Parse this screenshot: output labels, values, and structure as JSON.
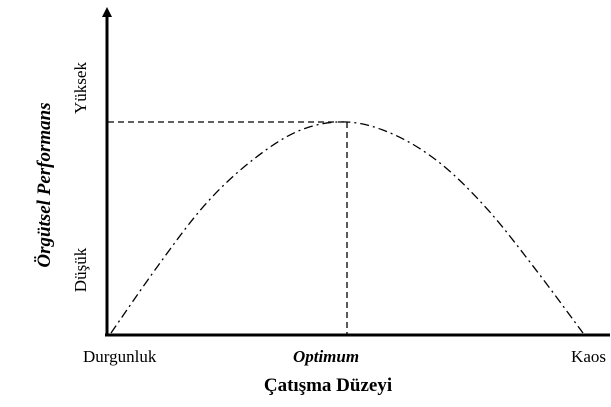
{
  "chart_data": {
    "type": "line",
    "title": "",
    "xlabel": "Çatışma Düzeyi",
    "ylabel": "Örgütsel Performans",
    "x_ticks": [
      "Durgunluk",
      "Optimum",
      "Kaos"
    ],
    "y_ticks": [
      "Düşük",
      "Yüksek"
    ],
    "xlim": [
      0,
      100
    ],
    "ylim": [
      0,
      100
    ],
    "grid": false,
    "legend": "none",
    "series": [
      {
        "x": [
          0,
          10,
          20,
          30,
          40,
          50,
          60,
          70,
          80,
          90,
          100
        ],
        "y": [
          0,
          32,
          61,
          82,
          96,
          100,
          94,
          80,
          58,
          30,
          0
        ]
      }
    ],
    "annotations": [
      {
        "type": "optimum-guides",
        "x": 50,
        "y": 100
      }
    ],
    "colors": {
      "line": "#000000",
      "axis": "#000000"
    }
  }
}
